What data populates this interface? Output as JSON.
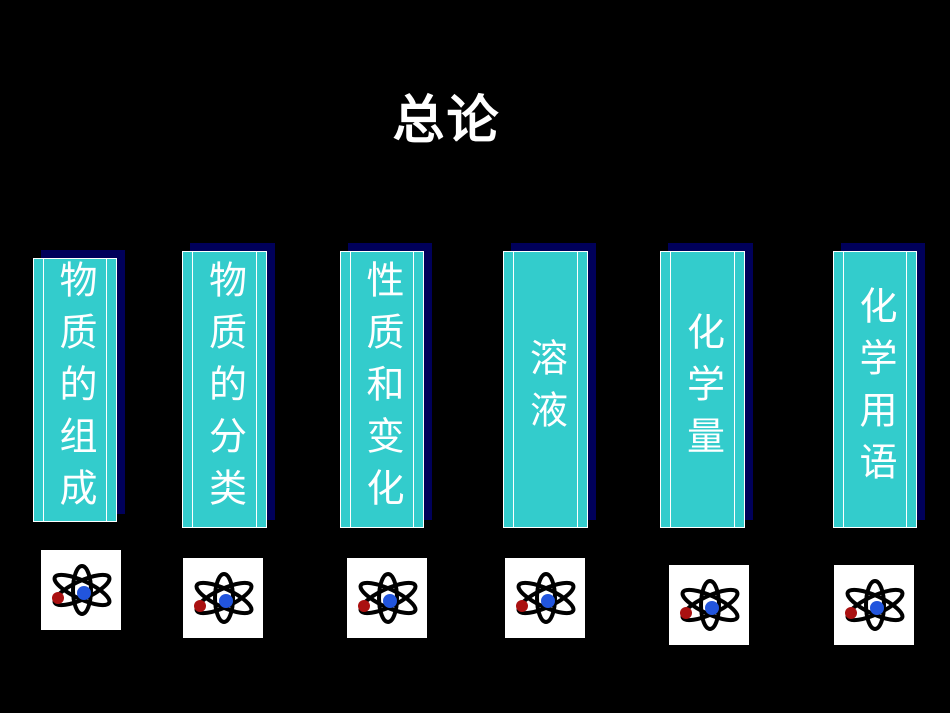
{
  "slide": {
    "title": "总论"
  },
  "cards": [
    {
      "label": "物质的组成"
    },
    {
      "label": "物质的分类"
    },
    {
      "label": "性质和变化"
    },
    {
      "label": "溶液"
    },
    {
      "label": "化学量"
    },
    {
      "label": "化学用语"
    }
  ],
  "icon": "atom-icon",
  "colors": {
    "background": "#000000",
    "card": "#33cccc",
    "card_shadow": "#00005a",
    "text": "#ffffff",
    "nucleus": "#2255dd",
    "electron": "#aa1111",
    "orbit": "#000000"
  }
}
